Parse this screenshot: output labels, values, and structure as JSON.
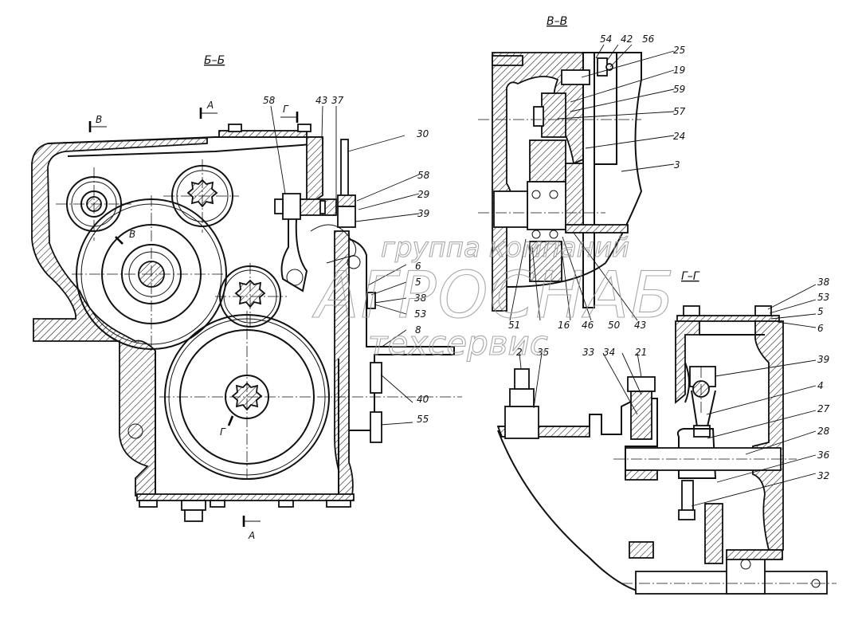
{
  "drawing": {
    "type": "technical assembly drawing",
    "sections": [
      {
        "id": "BB",
        "title": "Б–Б"
      },
      {
        "id": "VV",
        "title": "В–В"
      },
      {
        "id": "GG",
        "title": "Г–Г"
      }
    ],
    "section_markers": {
      "A_top": "А",
      "A_bottom": "А",
      "G_top": "Г",
      "V_top": "В",
      "V_inner": "В",
      "G_inner": "Г"
    },
    "callouts_BB": [
      "58",
      "43",
      "37",
      "30",
      "58",
      "29",
      "39",
      "6",
      "5",
      "38",
      "53",
      "8",
      "40",
      "55"
    ],
    "callouts_VV": [
      "54",
      "42",
      "56",
      "25",
      "19",
      "59",
      "57",
      "24",
      "3",
      "51",
      "16",
      "46",
      "50",
      "43"
    ],
    "callouts_GG": [
      "38",
      "53",
      "5",
      "6",
      "39",
      "4",
      "27",
      "28",
      "36",
      "32",
      "2",
      "35",
      "33",
      "34",
      "21"
    ]
  },
  "watermark": {
    "line1": "группа компаний",
    "line2": "АГРОСНАБ",
    "line3": "техсервис"
  }
}
